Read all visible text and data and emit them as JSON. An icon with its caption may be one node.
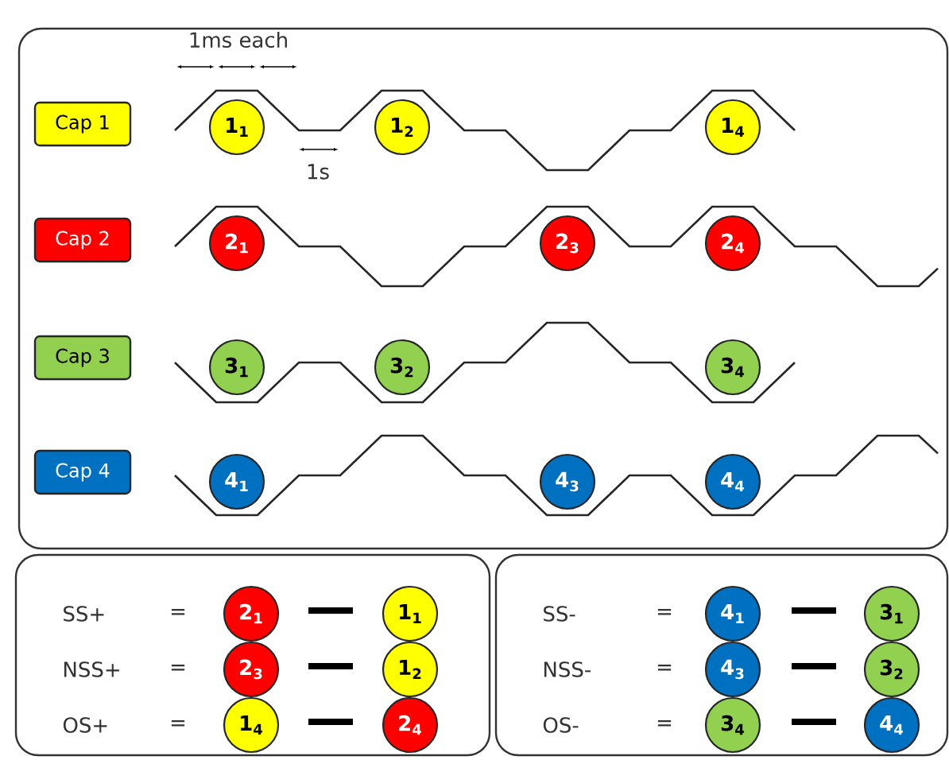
{
  "diagram": {
    "nodes": [
      {
        "text": [],
        "shape": "box"
      },
      {
        "text": [
          "Cap 1"
        ],
        "in": 0
      },
      {
        "text": [
          "1$_{1}$"
        ],
        "in": 0
      },
      {
        "text": [
          "1$_{2}$"
        ],
        "in": 0
      },
      {
        "text": [
          "1$_{4}$"
        ],
        "in": 0
      },
      {
        "text": [
          "Cap 2"
        ],
        "in": 0
      },
      {
        "text": [
          "2$_{1}$"
        ],
        "in": 0
      },
      {
        "text": [
          "2$_{3}$"
        ],
        "in": 0
      },
      {
        "text": [
          "2$_{4}$"
        ],
        "in": 0
      },
      {
        "text": [
          "Cap 3"
        ],
        "in": 0
      },
      {
        "text": [
          "3$_{1}$"
        ],
        "in": 0
      },
      {
        "text": [
          "3$_{2}$"
        ],
        "in": 0
      },
      {
        "text": [
          "3$_{4}$"
        ],
        "in": 0
      },
      {
        "text": [
          "Cap 4"
        ],
        "in": 0
      },
      {
        "text": [
          "4$_{1}$"
        ],
        "in": 0
      },
      {
        "text": [
          "4$_{3}$"
        ],
        "in": 0
      },
      {
        "text": [
          "4$_{4}$"
        ],
        "in": 0
      },
      {
        "text": [],
        "shape": "box"
      },
      {
        "text": [
          "2$_{1}$"
        ],
        "in": 17
      },
      {
        "text": [
          "1$_{1}$"
        ],
        "in": 17
      },
      {
        "text": [
          "2$_{3}$"
        ],
        "in": 17
      },
      {
        "text": [
          "1$_{2}$"
        ],
        "in": 17
      },
      {
        "text": [
          "1$_{4}$"
        ],
        "in": 17
      },
      {
        "text": [
          "2$_{4}$"
        ],
        "in": 17
      },
      {
        "text": [],
        "shape": "box"
      },
      {
        "text": [
          "4$_{1}$"
        ],
        "in": 24
      },
      {
        "text": [
          "3$_{1}$"
        ],
        "in": 24
      },
      {
        "text": [
          "4$_{3}$"
        ],
        "in": 24
      },
      {
        "text": [
          "3$_{2}$"
        ],
        "in": 24
      },
      {
        "text": [
          "3$_{4}$"
        ],
        "in": 24
      },
      {
        "text": [
          "4$_{4}$"
        ],
        "in": 24
      }
    ],
    "labels": [
      "1ms each",
      "1s",
      "SS+",
      "=",
      "NSS+",
      "=",
      "OS+",
      "=",
      "SS-",
      "=",
      "NSS-",
      "=",
      "OS-",
      "="
    ]
  }
}
